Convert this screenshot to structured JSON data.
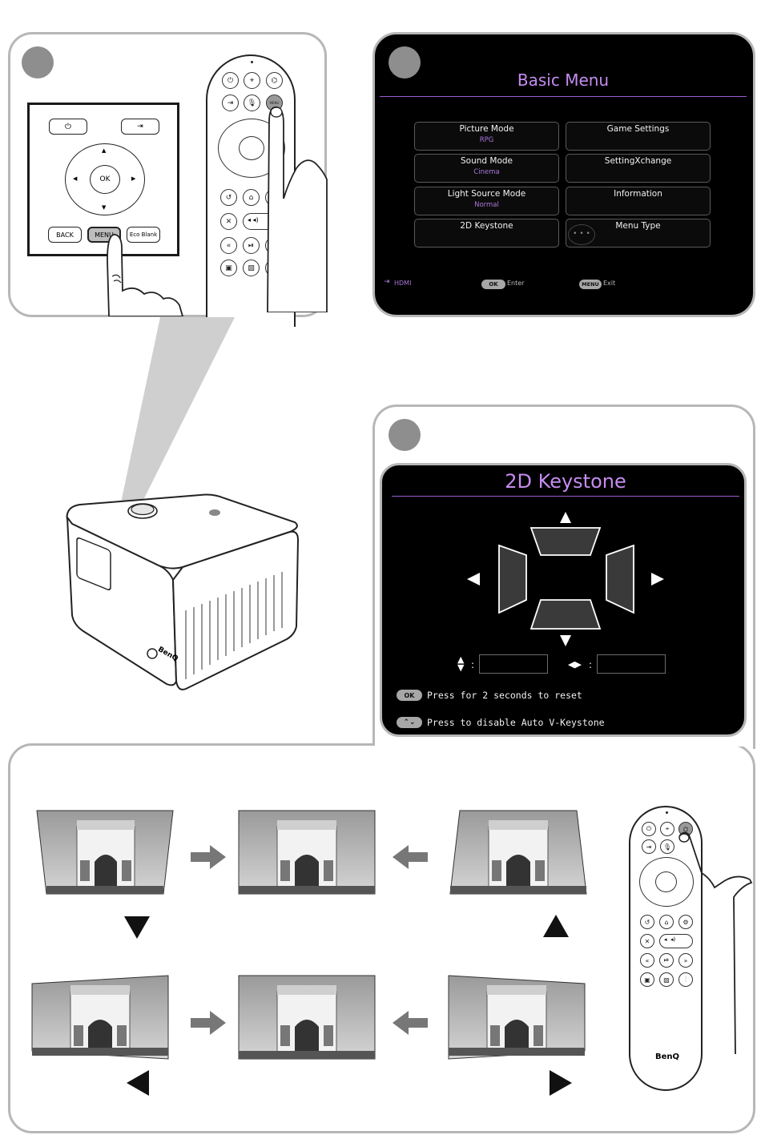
{
  "remote_keypad": {
    "back": "BACK",
    "menu": "MENU",
    "eco_blank": "Eco Blank",
    "ok": "OK"
  },
  "basic_menu": {
    "title": "Basic Menu",
    "items": [
      {
        "label": "Picture Mode",
        "value": "RPG"
      },
      {
        "label": "Game Settings",
        "value": ""
      },
      {
        "label": "Sound Mode",
        "value": "Cinema"
      },
      {
        "label": "SettingXchange",
        "value": ""
      },
      {
        "label": "Light Source Mode",
        "value": "Normal"
      },
      {
        "label": "Information",
        "value": ""
      },
      {
        "label": "2D Keystone",
        "value": ""
      },
      {
        "label": "Menu Type",
        "value": ""
      }
    ],
    "footer": {
      "source": "HDMI",
      "ok_key": "OK",
      "ok_action": "Enter",
      "menu_key": "MENU",
      "menu_action": "Exit"
    }
  },
  "keystone": {
    "title": "2D Keystone",
    "ok_key": "OK",
    "ok_text": "Press for 2 seconds to reset",
    "auto_text": "Press to disable Auto V-Keystone"
  },
  "brand": "BenQ",
  "colors": {
    "osd_title": "#c58cf0",
    "osd_value": "#a877d8",
    "panel_border": "#b7b7b7"
  }
}
